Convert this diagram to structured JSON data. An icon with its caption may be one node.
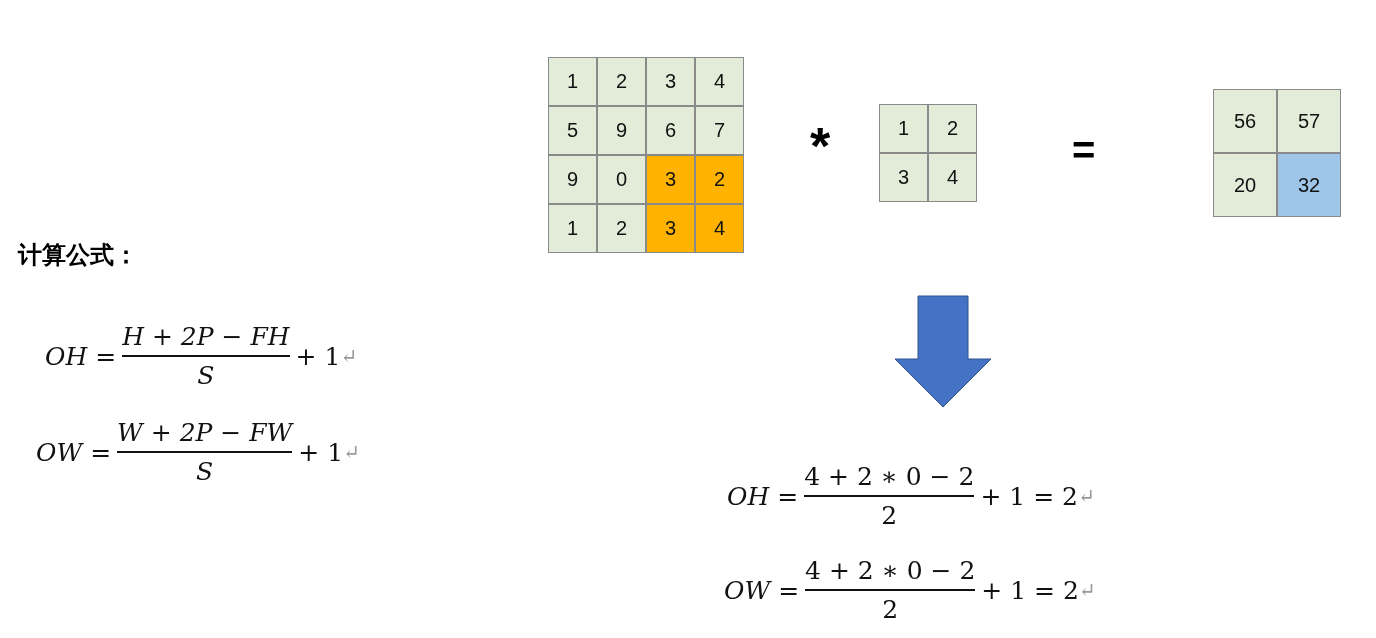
{
  "diagram": {
    "labels": [
      "1",
      "2",
      "3",
      "4",
      "5",
      "9",
      "6",
      "7",
      "9",
      "0",
      "3",
      "2",
      "1",
      "2",
      "3",
      "4",
      "*",
      "1",
      "2",
      "3",
      "4",
      "=",
      "56",
      "57",
      "20",
      "32",
      "计算公式：",
      "*OH* =",
      "H + 2P − FH",
      "*S*",
      "+ 1",
      "↵",
      "*OW* =",
      "W + 2P − FW",
      "*S*",
      "+ 1",
      "↵",
      "*OH* =",
      "4 + 2 ∗ 0 − 2",
      "2",
      "+ 1 = 2",
      "↵",
      "*OW* =",
      "4 + 2 ∗ 0 − 2",
      "2",
      "+ 1 = 2",
      "↵"
    ]
  }
}
